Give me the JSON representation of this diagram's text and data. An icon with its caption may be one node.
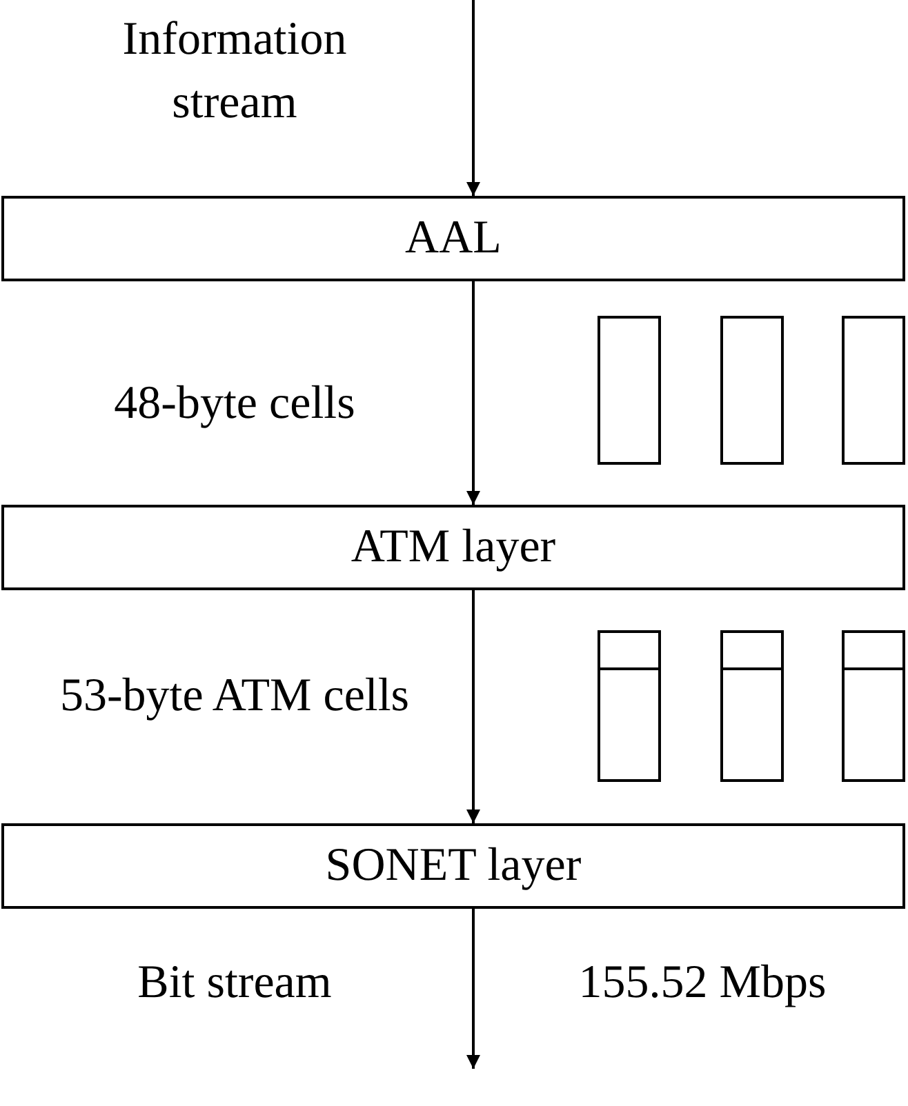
{
  "diagram": {
    "nodes": [
      {
        "text": [
          "AAL"
        ]
      },
      {
        "text": [
          "ATM layer"
        ]
      },
      {
        "text": [
          "SONET layer"
        ]
      }
    ],
    "edges": [
      {
        "from": null,
        "to": 0,
        "arrow": "to"
      },
      {
        "from": 0,
        "to": 1,
        "arrow": "to"
      },
      {
        "from": 1,
        "to": 2,
        "arrow": "to"
      },
      {
        "from": 2,
        "to": null,
        "arrow": "to"
      }
    ],
    "labels": [
      "Information stream",
      "48-byte cells",
      "53-byte ATM cells",
      "Bit stream",
      "155.52 Mbps"
    ]
  }
}
